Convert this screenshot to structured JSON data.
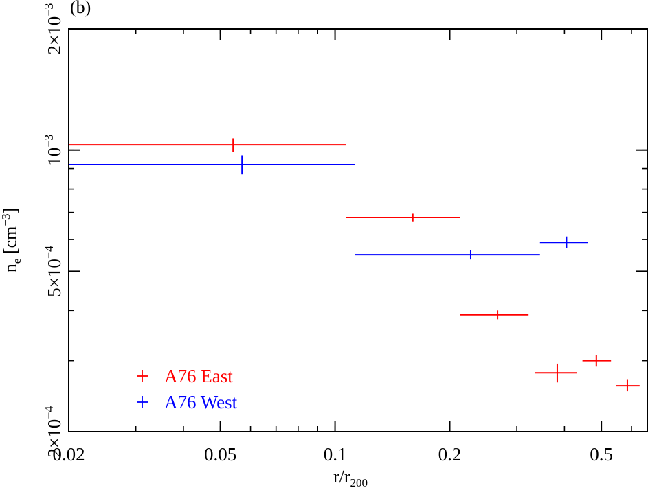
{
  "chart_data": {
    "type": "scatter",
    "panel_label": "(b)",
    "xlabel": "r/r",
    "xlabel_sub": "200",
    "ylabel": "n",
    "ylabel_sub": "e",
    "ylabel_unit": "[cm",
    "ylabel_unit_sup": "−3",
    "ylabel_unit_close": "]",
    "x_scale": "log",
    "y_scale": "log",
    "xlim": [
      0.02,
      0.66
    ],
    "ylim": [
      0.0002,
      0.002
    ],
    "x_ticks": [
      {
        "value": 0.02,
        "label": "0.02"
      },
      {
        "value": 0.05,
        "label": "0.05"
      },
      {
        "value": 0.1,
        "label": "0.1"
      },
      {
        "value": 0.2,
        "label": "0.2"
      },
      {
        "value": 0.5,
        "label": "0.5"
      }
    ],
    "y_ticks": [
      {
        "value": 0.0002,
        "mant": "2×10",
        "exp": "−4"
      },
      {
        "value": 0.0005,
        "mant": "5×10",
        "exp": "−4"
      },
      {
        "value": 0.001,
        "mant": "10",
        "exp": "−3"
      },
      {
        "value": 0.002,
        "mant": "2×10",
        "exp": "−3"
      }
    ],
    "legend_position": "bottom-left",
    "series": [
      {
        "name": "A76 East",
        "color": "#ff0000",
        "points": [
          {
            "x": 0.054,
            "y": 0.00103,
            "xlo": 0.02,
            "xhi": 0.107,
            "ylo": 0.00099,
            "yhi": 0.00107
          },
          {
            "x": 0.16,
            "y": 0.00068,
            "xlo": 0.107,
            "xhi": 0.213,
            "ylo": 0.000665,
            "yhi": 0.000695
          },
          {
            "x": 0.267,
            "y": 0.00039,
            "xlo": 0.213,
            "xhi": 0.322,
            "ylo": 0.00038,
            "yhi": 0.0004
          },
          {
            "x": 0.383,
            "y": 0.00028,
            "xlo": 0.334,
            "xhi": 0.431,
            "ylo": 0.000265,
            "yhi": 0.000295
          },
          {
            "x": 0.485,
            "y": 0.0003,
            "xlo": 0.446,
            "xhi": 0.53,
            "ylo": 0.00029,
            "yhi": 0.00031
          },
          {
            "x": 0.585,
            "y": 0.00026,
            "xlo": 0.546,
            "xhi": 0.63,
            "ylo": 0.000252,
            "yhi": 0.00027
          }
        ]
      },
      {
        "name": "A76 West",
        "color": "#0000ff",
        "points": [
          {
            "x": 0.057,
            "y": 0.00092,
            "xlo": 0.02,
            "xhi": 0.113,
            "ylo": 0.00087,
            "yhi": 0.00097
          },
          {
            "x": 0.227,
            "y": 0.00055,
            "xlo": 0.113,
            "xhi": 0.345,
            "ylo": 0.000535,
            "yhi": 0.000565
          },
          {
            "x": 0.405,
            "y": 0.00059,
            "xlo": 0.345,
            "xhi": 0.46,
            "ylo": 0.00057,
            "yhi": 0.00061
          }
        ]
      }
    ]
  }
}
